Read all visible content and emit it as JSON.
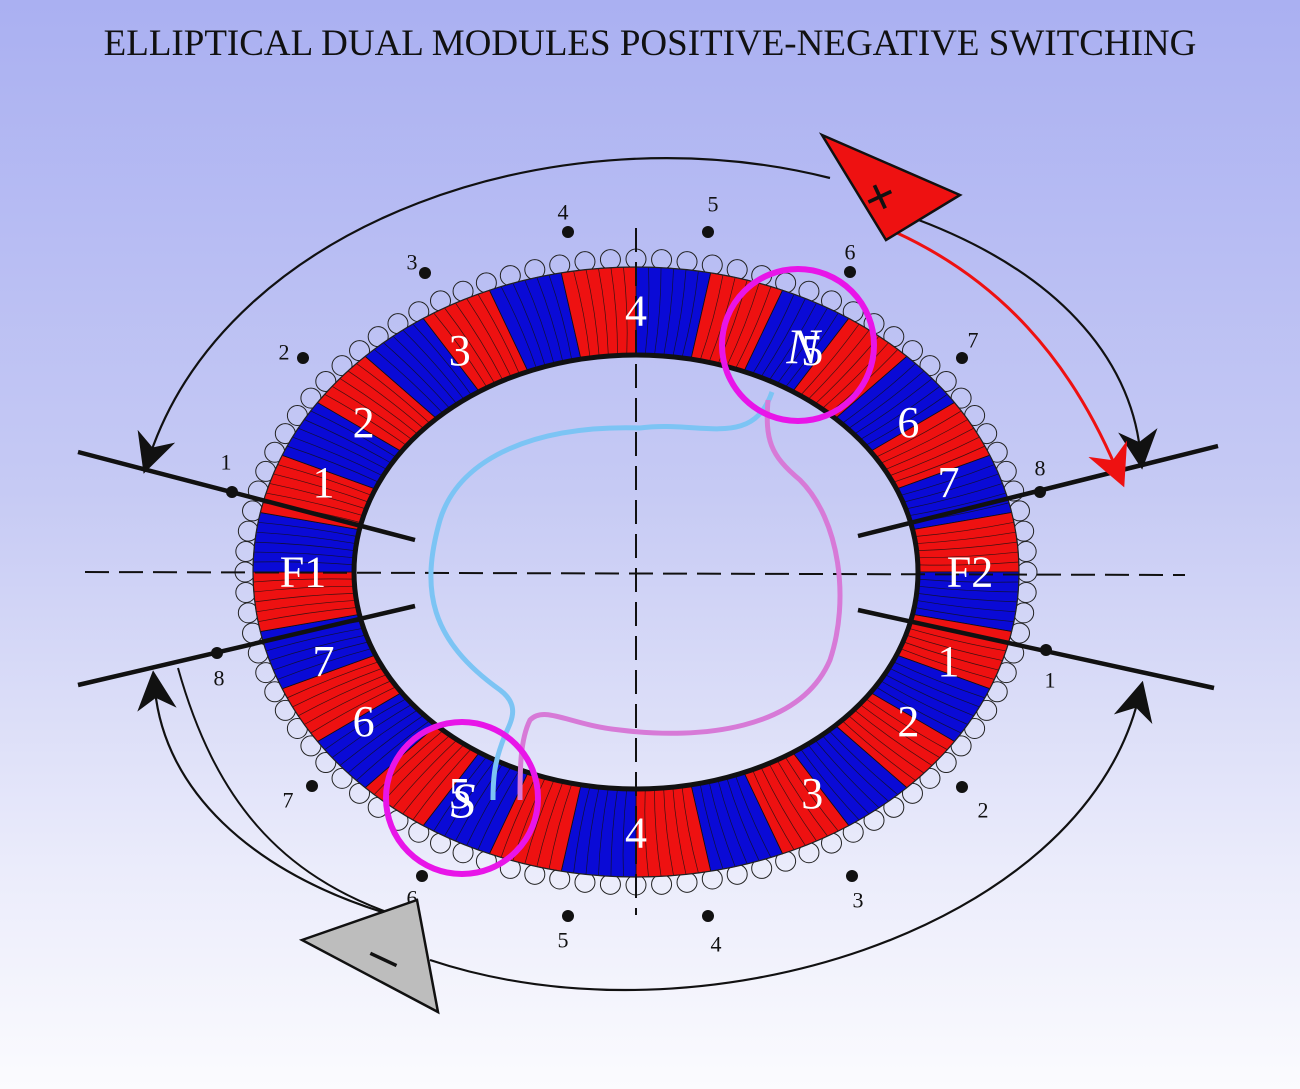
{
  "title": "ELLIPTICAL DUAL MODULES POSITIVE-NEGATIVE SWITCHING",
  "colors": {
    "red": "#ee1111",
    "blue": "#0a0ad6",
    "magenta": "#e815e8",
    "cyan": "#7cc4f4",
    "pink_path": "#d77ad7",
    "red_arrow": "#ee1111",
    "minus_fill": "#bdbdbd"
  },
  "ring_segments": {
    "top": [
      "1",
      "2",
      "3",
      "4",
      "5",
      "6",
      "7"
    ],
    "bottom": [
      "7",
      "6",
      "5",
      "4",
      "3",
      "2",
      "1"
    ],
    "left_label": "F1",
    "right_label": "F2"
  },
  "poles": {
    "north": "N",
    "south": "S"
  },
  "terminals": {
    "top": [
      "1",
      "2",
      "3",
      "4",
      "5",
      "6",
      "7",
      "8"
    ],
    "bottom": [
      "8",
      "7",
      "6",
      "5",
      "4",
      "3",
      "2",
      "1"
    ]
  },
  "polarity": {
    "positive": "+",
    "negative": "–"
  }
}
